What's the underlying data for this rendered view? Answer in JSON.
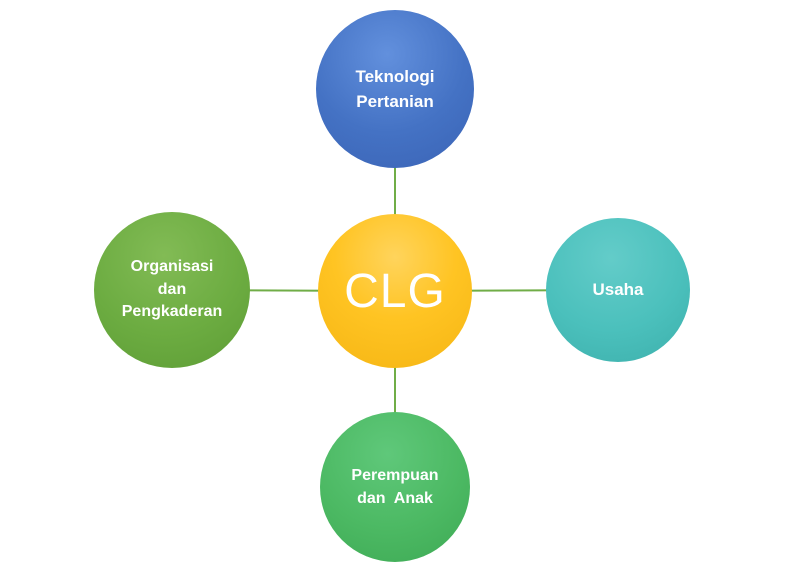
{
  "diagram": {
    "title": "CLG hub diagram",
    "connector_color": "#70AD47",
    "nodes": {
      "center": {
        "label": "CLG",
        "color": "#FFC423"
      },
      "top": {
        "label": "Teknologi Pertanian",
        "lines": [
          "Teknologi",
          "Pertanian"
        ],
        "color": "#4472C4"
      },
      "right": {
        "label": "Usaha",
        "lines": [
          "Usaha"
        ],
        "color": "#4BC0BC"
      },
      "bottom": {
        "label": "Perempuan dan Anak",
        "lines": [
          "Perempuan",
          "dan  Anak"
        ],
        "color": "#4CB963"
      },
      "left": {
        "label": "Organisasi dan Pengkaderan",
        "lines": [
          "Organisasi",
          "dan",
          "Pengkaderan"
        ],
        "color": "#6CAC41"
      }
    }
  }
}
